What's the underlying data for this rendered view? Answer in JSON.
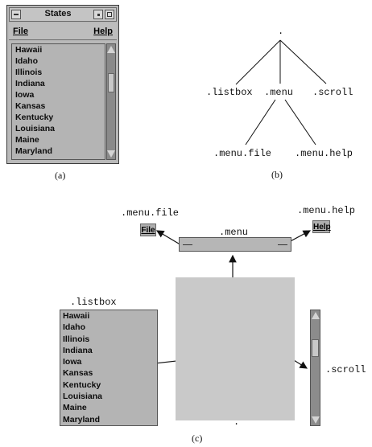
{
  "window": {
    "title": "States",
    "menu_file": "File",
    "menu_help": "Help",
    "items": [
      "Hawaii",
      "Idaho",
      "Illinois",
      "Indiana",
      "Iowa",
      "Kansas",
      "Kentucky",
      "Louisiana",
      "Maine",
      "Maryland"
    ]
  },
  "captions": {
    "a": "(a)",
    "b": "(b)",
    "c": "(c)"
  },
  "tree": {
    "root": ".",
    "listbox": ".listbox",
    "menu": ".menu",
    "scroll": ".scroll",
    "menu_file": ".menu.file",
    "menu_help": ".menu.help"
  },
  "exploded": {
    "menu_file_label": ".menu.file",
    "menu_help_label": ".menu.help",
    "menu_label": ".menu",
    "listbox_label": ".listbox",
    "scroll_label": ".scroll",
    "root_label": ".",
    "file_button": "File",
    "help_button": "Help",
    "items": [
      "Hawaii",
      "Idaho",
      "Illinois",
      "Indiana",
      "Iowa",
      "Kansas",
      "Kentucky",
      "Louisiana",
      "Maine",
      "Maryland"
    ]
  },
  "colors": {
    "widget_bg": "#b4b4b4",
    "scroll_bg": "#8a8a8a",
    "frame_bg": "#c9c9c9"
  }
}
